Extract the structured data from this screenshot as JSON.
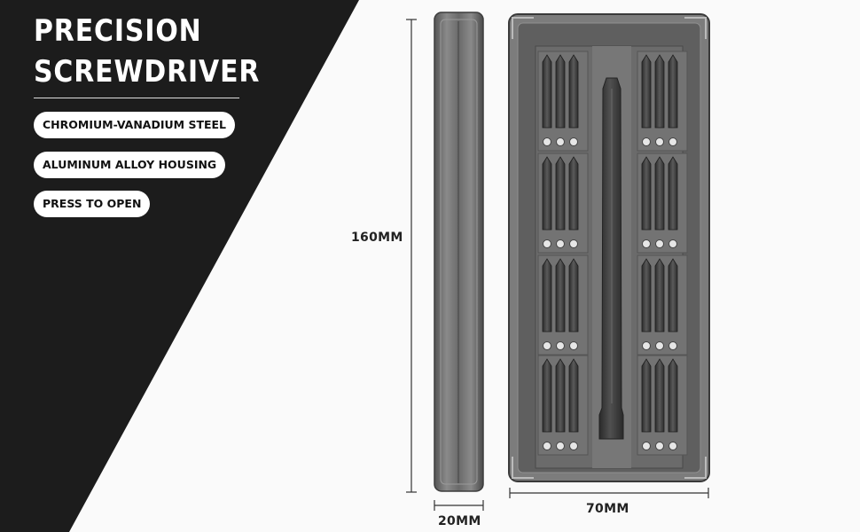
{
  "header": {
    "title_line1": "PRECISION",
    "title_line2": "SCREWDRIVER"
  },
  "features": [
    "CHROMIUM-VANADIUM STEEL",
    "ALUMINUM ALLOY HOUSING",
    "PRESS TO OPEN"
  ],
  "dimensions": {
    "height": "160MM",
    "depth": "20MM",
    "width": "70MM"
  },
  "colors": {
    "dark_panel": "#1c1c1c",
    "case_grey": "#5d5d5d",
    "bit_dark": "#3a3a3a",
    "pill_bg": "#ffffff"
  }
}
